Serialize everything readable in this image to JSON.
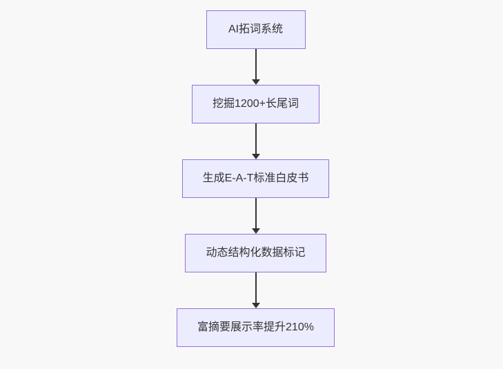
{
  "diagram": {
    "type": "flowchart",
    "direction": "top-down",
    "nodes": [
      {
        "label": "AI拓词系统"
      },
      {
        "label": "挖掘1200+长尾词"
      },
      {
        "label": "生成E-A-T标准白皮书"
      },
      {
        "label": "动态结构化数据标记"
      },
      {
        "label": "富摘要展示率提升210%"
      }
    ],
    "edges": [
      {
        "from": 1,
        "to": 2
      },
      {
        "from": 2,
        "to": 3
      },
      {
        "from": 3,
        "to": 4
      },
      {
        "from": 4,
        "to": 5
      }
    ],
    "colors": {
      "node_fill": "#ECECFF",
      "node_border": "#9370DB",
      "arrow": "#333333",
      "text": "#333333",
      "background": "#F8F8F8"
    }
  }
}
